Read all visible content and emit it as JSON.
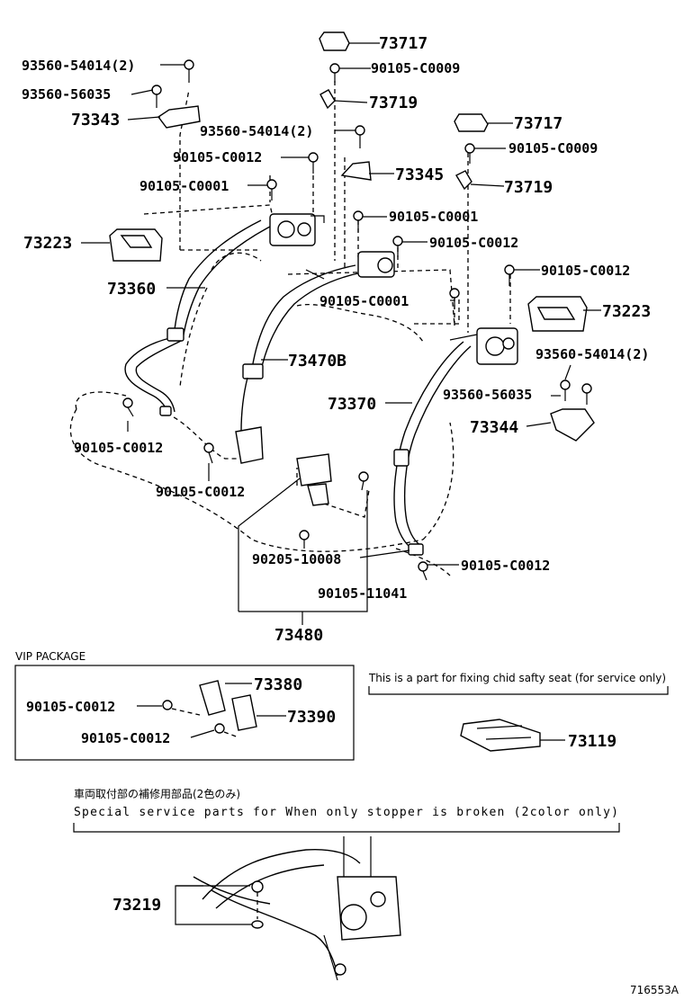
{
  "labels": {
    "p73717a": "73717",
    "p90105c0009a": "90105-C0009",
    "p73719a": "73719",
    "p93560_54014a": "93560-54014(2)",
    "p93560_56035a": "93560-56035",
    "p73343": "73343",
    "p93560_54014b": "93560-54014(2)",
    "p90105c0012a": "90105-C0012",
    "p90105c0001a": "90105-C0001",
    "p73223a": "73223",
    "p73360": "73360",
    "p73345": "73345",
    "p73717b": "73717",
    "p90105c0009b": "90105-C0009",
    "p73719b": "73719",
    "p90105c0001b": "90105-C0001",
    "p90105c0012b": "90105-C0012",
    "p90105c0012c": "90105-C0012",
    "p90105c0001c": "90105-C0001",
    "p73223b": "73223",
    "p73470b": "73470B",
    "p93560_54014c": "93560-54014(2)",
    "p73370": "73370",
    "p93560_56035b": "93560-56035",
    "p73344": "73344",
    "p90105c0012d": "90105-C0012",
    "p90105c0012e": "90105-C0012",
    "p90205_10008": "90205-10008",
    "p90105c0012f": "90105-C0012",
    "p90105_11041": "90105-11041",
    "p73480": "73480"
  },
  "vip": {
    "title": "VIP PACKAGE",
    "p73380": "73380",
    "p90105c0012g": "90105-C0012",
    "p73390": "73390",
    "p90105c0012h": "90105-C0012"
  },
  "child_seat": {
    "note": "This is a part for fixing chid safty seat (for service only)",
    "p73119": "73119"
  },
  "special": {
    "note_jp": "車両取付部の補修用部品(2色のみ)",
    "note_en": "Special service parts for When only stopper is broken (2color only)",
    "p73219": "73219"
  },
  "footer": {
    "code": "716553A"
  }
}
